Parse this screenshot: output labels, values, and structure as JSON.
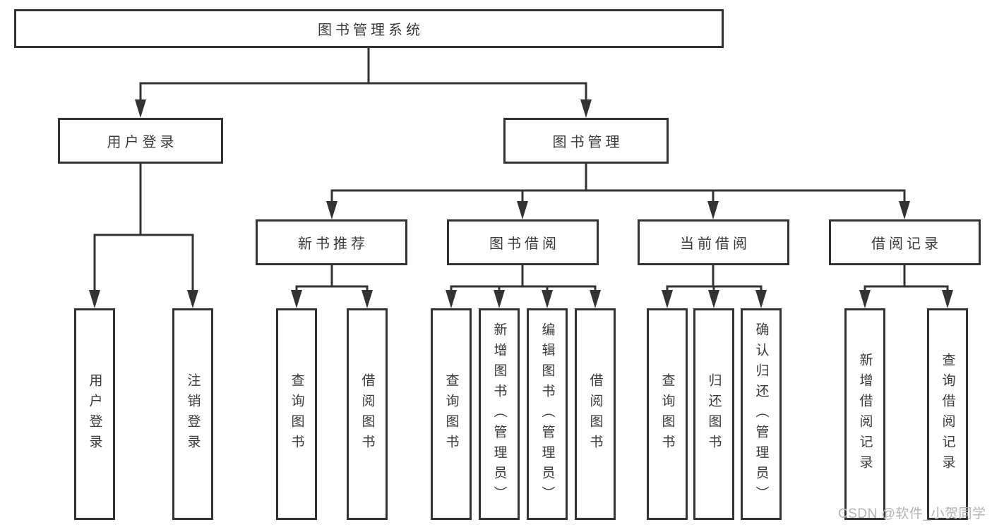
{
  "diagram_title": "图书管理系统",
  "colors": {
    "line": "#333333",
    "text": "#3a3a3a",
    "watermark": "#b3b3b3",
    "background": "#ffffff"
  },
  "tree": {
    "root": {
      "label": "图书管理系统"
    },
    "level2": [
      {
        "label": "用户登录",
        "leaves": [
          "用户登录",
          "注销登录"
        ]
      },
      {
        "label": "图书管理",
        "level3": [
          {
            "label": "新书推荐",
            "leaves": [
              "查询图书",
              "借阅图书"
            ]
          },
          {
            "label": "图书借阅",
            "leaves": [
              "查询图书",
              "新增图书（管理员）",
              "编辑图书（管理员）",
              "借阅图书"
            ]
          },
          {
            "label": "当前借阅",
            "leaves": [
              "查询图书",
              "归还图书",
              "确认归还（管理员）"
            ]
          },
          {
            "label": "借阅记录",
            "leaves": [
              "新增借阅记录",
              "查询借阅记录"
            ]
          }
        ]
      }
    ]
  },
  "watermark": "CSDN @软件_小贺同学"
}
